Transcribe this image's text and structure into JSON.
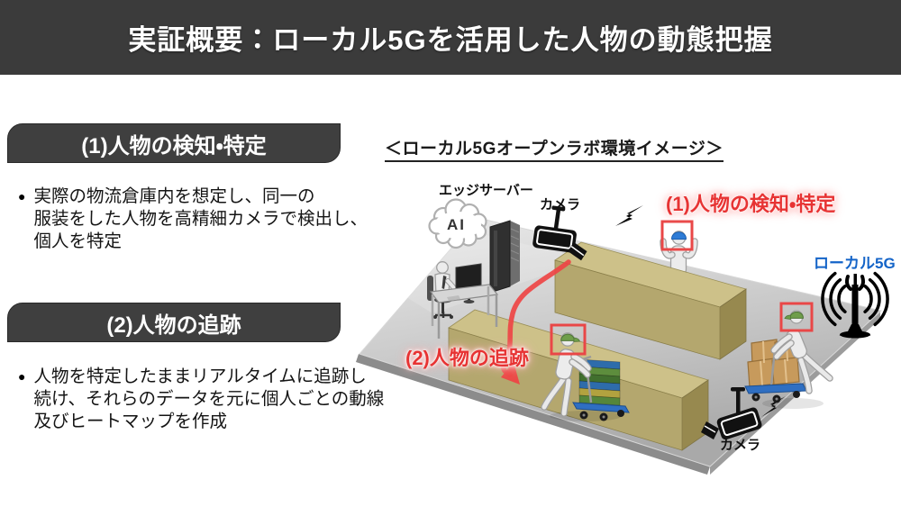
{
  "header": {
    "title": "実証概要：ローカル5Gを活用した人物の動態把握"
  },
  "bullet_marker": "●",
  "sections": [
    {
      "heading": "(1)人物の検知・特定",
      "bullet": "実際の物流倉庫内を想定し、同一の\n服装をした人物を高精細カメラで検出し、\n個人を特定"
    },
    {
      "heading": "(2)人物の追跡",
      "bullet": "人物を特定したままリアルタイムに追跡し\n続け、それらのデータを元に個人ごとの動線\n及びヒートマップを作成"
    }
  ],
  "diagram": {
    "title": "＜ローカル5Gオープンラボ環境イメージ＞",
    "labels": {
      "edge_server": "エッジサーバー",
      "ai": "AI",
      "camera_top": "カメラ",
      "camera_bottom": "カメラ",
      "local_5g": "ローカル5G",
      "step1": "(1)人物の検知・特定",
      "step2": "(2)人物の追跡"
    },
    "colors": {
      "header_gray": "#3b3b3b",
      "step_red": "#e73333",
      "detect_box_red": "#e94747",
      "local5g_blue": "#1464c8",
      "shelf_tan": "#b4a76e",
      "floor_gray": "#c7c7c7",
      "dolly_blue": "#2f6fc2"
    }
  }
}
